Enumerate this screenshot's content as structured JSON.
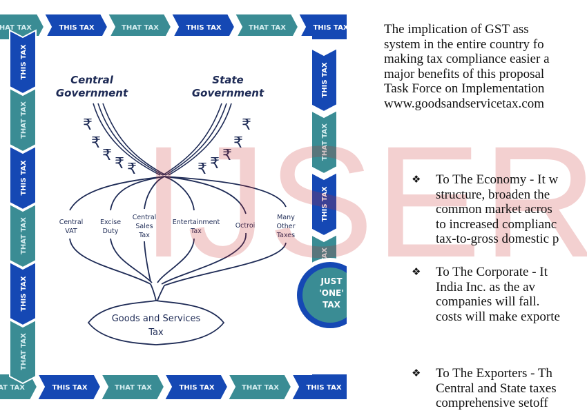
{
  "figure": {
    "frame_labels": {
      "that": "THAT TAX",
      "this": "THIS TAX"
    },
    "badge": [
      "JUST",
      "'ONE'",
      "TAX"
    ],
    "central_gov": [
      "Central",
      "Government"
    ],
    "state_gov": [
      "State",
      "Government"
    ],
    "rupee": "₹",
    "taxes": [
      [
        "Central",
        "VAT"
      ],
      [
        "Excise",
        "Duty"
      ],
      [
        "Central",
        "Sales",
        "Tax"
      ],
      [
        "Entertainment",
        "Tax"
      ],
      [
        "Octroi"
      ],
      [
        "Many",
        "Other",
        "Taxes"
      ]
    ],
    "result": [
      "Goods and Services",
      "Tax"
    ],
    "colors": {
      "teal": "#3a8c94",
      "blue": "#1548b4",
      "white": "#ffffff",
      "ink": "#1d2a55"
    }
  },
  "watermark": "IJSER",
  "intro_lines": [
    "The implication of GST ass",
    "system in the entire country fo",
    "making tax compliance easier a",
    "major benefits of this proposal",
    "Task Force on Implementation",
    "www.goodsandservicetax.com"
  ],
  "bullet_symbol": "❖",
  "bullets": [
    {
      "lines": [
        "To The Economy - It w",
        "structure, broaden the",
        "common market acros",
        "to increased complianc",
        "tax-to-gross domestic p"
      ]
    },
    {
      "lines": [
        "To The Corporate - It",
        "India Inc. as the av",
        "companies will fall.",
        "costs will make exporte"
      ]
    },
    {
      "lines": [
        "To The Exporters - Th",
        "Central and State taxes",
        "comprehensive setoff"
      ]
    }
  ]
}
